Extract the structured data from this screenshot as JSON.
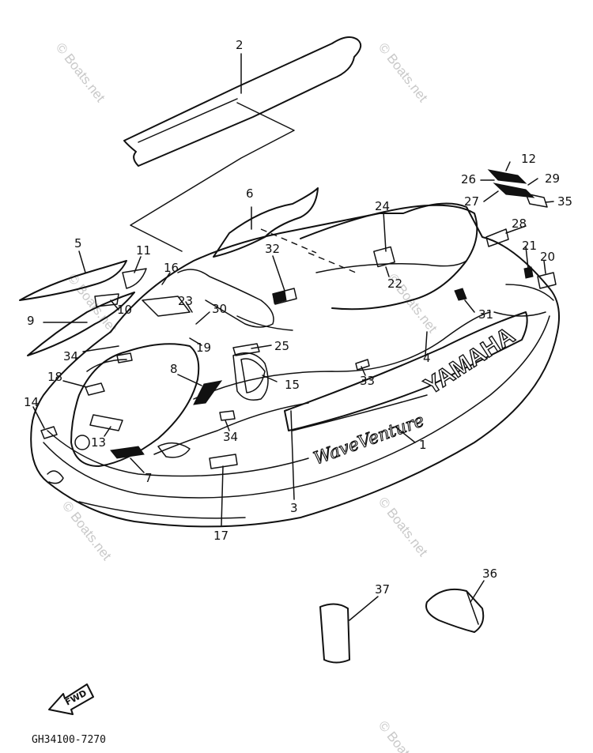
{
  "diagram": {
    "part_code": "GH34100-7270",
    "brand_text": "YAMAHA",
    "model_text": "WaveVenture",
    "direction_label": "FWD",
    "watermark": "© Boats.net",
    "callouts": [
      "1",
      "2",
      "3",
      "4",
      "5",
      "6",
      "7",
      "8",
      "9",
      "10",
      "11",
      "12",
      "13",
      "14",
      "15",
      "16",
      "17",
      "18",
      "19",
      "20",
      "21",
      "22",
      "23",
      "24",
      "25",
      "26",
      "27",
      "28",
      "29",
      "30",
      "31",
      "32",
      "33",
      "34",
      "34",
      "35",
      "36",
      "37"
    ]
  }
}
